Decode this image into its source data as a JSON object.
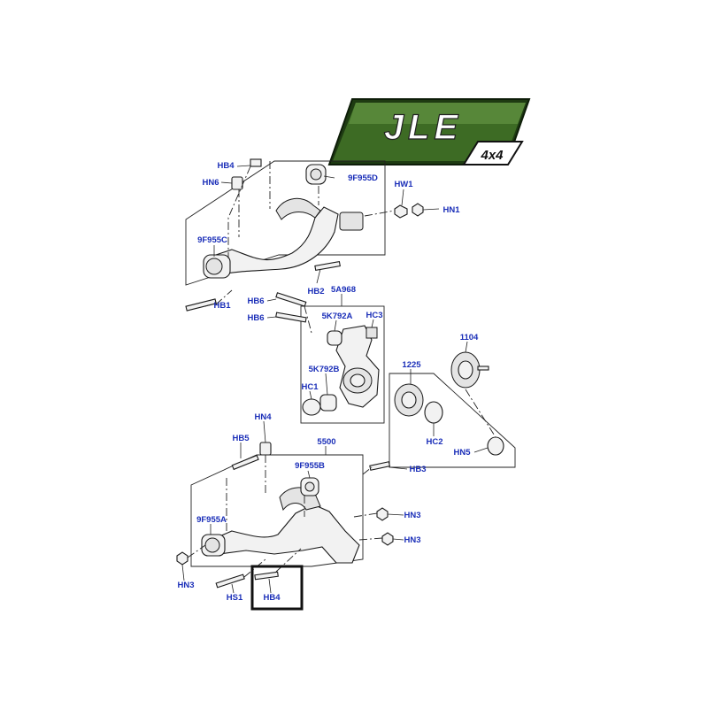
{
  "logo": {
    "wordmark": "JLE",
    "subtitle": "4x4"
  },
  "colors": {
    "label": "#1a2eb8",
    "logo_green": "#3d6b24",
    "line": "#1a1a1a"
  },
  "labels": [
    {
      "id": "hb4-top",
      "text": "HB4"
    },
    {
      "id": "hn6",
      "text": "HN6"
    },
    {
      "id": "9f955d",
      "text": "9F955D"
    },
    {
      "id": "hw1",
      "text": "HW1"
    },
    {
      "id": "hn1",
      "text": "HN1"
    },
    {
      "id": "9f955c",
      "text": "9F955C"
    },
    {
      "id": "hb2",
      "text": "HB2"
    },
    {
      "id": "5a968",
      "text": "5A968"
    },
    {
      "id": "hb1",
      "text": "HB1"
    },
    {
      "id": "hb6-a",
      "text": "HB6"
    },
    {
      "id": "hb6-b",
      "text": "HB6"
    },
    {
      "id": "5k792a",
      "text": "5K792A"
    },
    {
      "id": "hc3",
      "text": "HC3"
    },
    {
      "id": "1104",
      "text": "1104"
    },
    {
      "id": "5k792b",
      "text": "5K792B"
    },
    {
      "id": "1225",
      "text": "1225"
    },
    {
      "id": "hc1",
      "text": "HC1"
    },
    {
      "id": "hc2",
      "text": "HC2"
    },
    {
      "id": "hn4",
      "text": "HN4"
    },
    {
      "id": "hn5",
      "text": "HN5"
    },
    {
      "id": "hb5",
      "text": "HB5"
    },
    {
      "id": "5500",
      "text": "5500"
    },
    {
      "id": "9f955b",
      "text": "9F955B"
    },
    {
      "id": "hb3",
      "text": "HB3"
    },
    {
      "id": "9f955a",
      "text": "9F955A"
    },
    {
      "id": "hn3-right-a",
      "text": "HN3"
    },
    {
      "id": "hn3-right-b",
      "text": "HN3"
    },
    {
      "id": "hn3-left",
      "text": "HN3"
    },
    {
      "id": "hs1",
      "text": "HS1"
    },
    {
      "id": "hb4-bottom",
      "text": "HB4"
    }
  ]
}
